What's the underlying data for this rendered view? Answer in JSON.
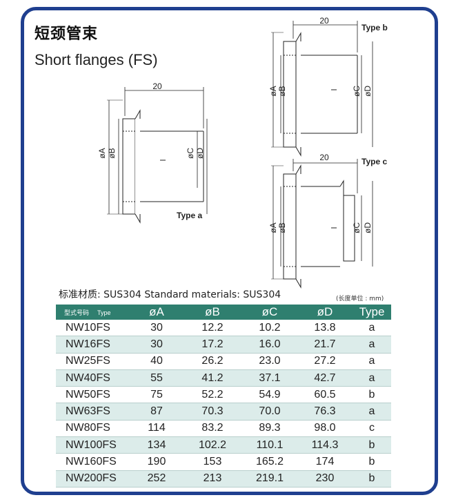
{
  "header": {
    "title_cn": "短颈管束",
    "title_en": "Short flanges (FS)"
  },
  "drawings": {
    "dimension": "20",
    "labels": {
      "a": "øA",
      "b": "øB",
      "c": "øC",
      "d": "øD"
    },
    "type_a": "Type a",
    "type_b": "Type b",
    "type_c": "Type c"
  },
  "materials": "标准材质:  SUS304   Standard materials: SUS304",
  "unit_note": "(长度单位 : mm)",
  "table": {
    "col0_cn": "型式号码",
    "col0_en": "Type",
    "columns": [
      "øA",
      "øB",
      "øC",
      "øD",
      "Type"
    ],
    "rows": [
      [
        "NW10FS",
        "30",
        "12.2",
        "10.2",
        "13.8",
        "a"
      ],
      [
        "NW16FS",
        "30",
        "17.2",
        "16.0",
        "21.7",
        "a"
      ],
      [
        "NW25FS",
        "40",
        "26.2",
        "23.0",
        "27.2",
        "a"
      ],
      [
        "NW40FS",
        "55",
        "41.2",
        "37.1",
        "42.7",
        "a"
      ],
      [
        "NW50FS",
        "75",
        "52.2",
        "54.9",
        "60.5",
        "b"
      ],
      [
        "NW63FS",
        "87",
        "70.3",
        "70.0",
        "76.3",
        "a"
      ],
      [
        "NW80FS",
        "114",
        "83.2",
        "89.3",
        "98.0",
        "c"
      ],
      [
        "NW100FS",
        "134",
        "102.2",
        "110.1",
        "114.3",
        "b"
      ],
      [
        "NW160FS",
        "190",
        "153",
        "165.2",
        "174",
        "b"
      ],
      [
        "NW200FS",
        "252",
        "213",
        "219.1",
        "230",
        "b"
      ]
    ]
  },
  "colors": {
    "frame": "#1f3f8f",
    "table_header": "#2f7f6f",
    "row_alt": "#dcecea"
  }
}
